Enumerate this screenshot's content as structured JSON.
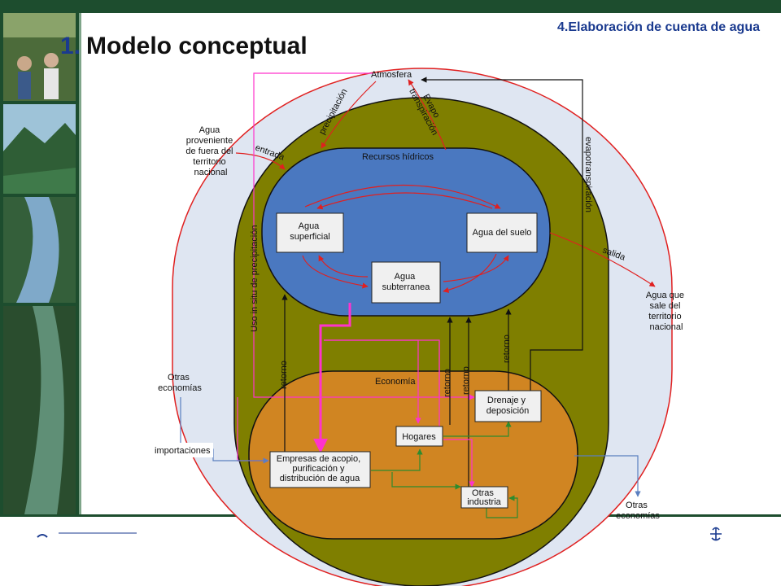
{
  "header": {
    "number": "1.",
    "title": "Modelo conceptual",
    "section": "4.Elaboración de cuenta de agua"
  },
  "colors": {
    "banner": "#1d4d2e",
    "outer_region": "#dfe6f2",
    "national_territory": "#7f7f00",
    "water_resources": "#4a78c0",
    "economy": "#d08522",
    "red_arrow": "#e02020",
    "magenta_arrow": "#ff33cc",
    "green_arrow": "#2e8b2e",
    "blue_arrow": "#5a7fc0"
  },
  "icons": {
    "logo": "fleur-icon"
  },
  "diagram": {
    "atmosphere": "Atmosfera",
    "water_resources": "Recursos hídricos",
    "economy": "Economía",
    "surface_water": [
      "Agua",
      "superficial"
    ],
    "soil_water": "Agua del suelo",
    "groundwater": [
      "Agua",
      "subterranea"
    ],
    "households": "Hogares",
    "drainage": [
      "Drenaje y",
      "deposición"
    ],
    "companies": [
      "Empresas de acopio,",
      "purificación y",
      "distribución de agua"
    ],
    "other_industry": [
      "Otras",
      "industria"
    ],
    "water_from_outside": [
      "Agua",
      "proveniente",
      "de fuera del",
      "territorio",
      "nacional"
    ],
    "water_leaving": [
      "Agua que",
      "sale del",
      "territorio",
      "nacional"
    ],
    "other_economies_left": [
      "Otras",
      "economías"
    ],
    "other_economies_bottom": [
      "Otras",
      "economías"
    ],
    "imports": "importaciones",
    "precipitation": "precipitación",
    "evapotranspiration_short": [
      "Evapo",
      "transpiración"
    ],
    "evapotranspiration_long": "evapotranspiración",
    "inflow": "entrada",
    "outflow": "salida",
    "in_situ_use": "Uso in situ de precipitación",
    "return": "retorno"
  }
}
